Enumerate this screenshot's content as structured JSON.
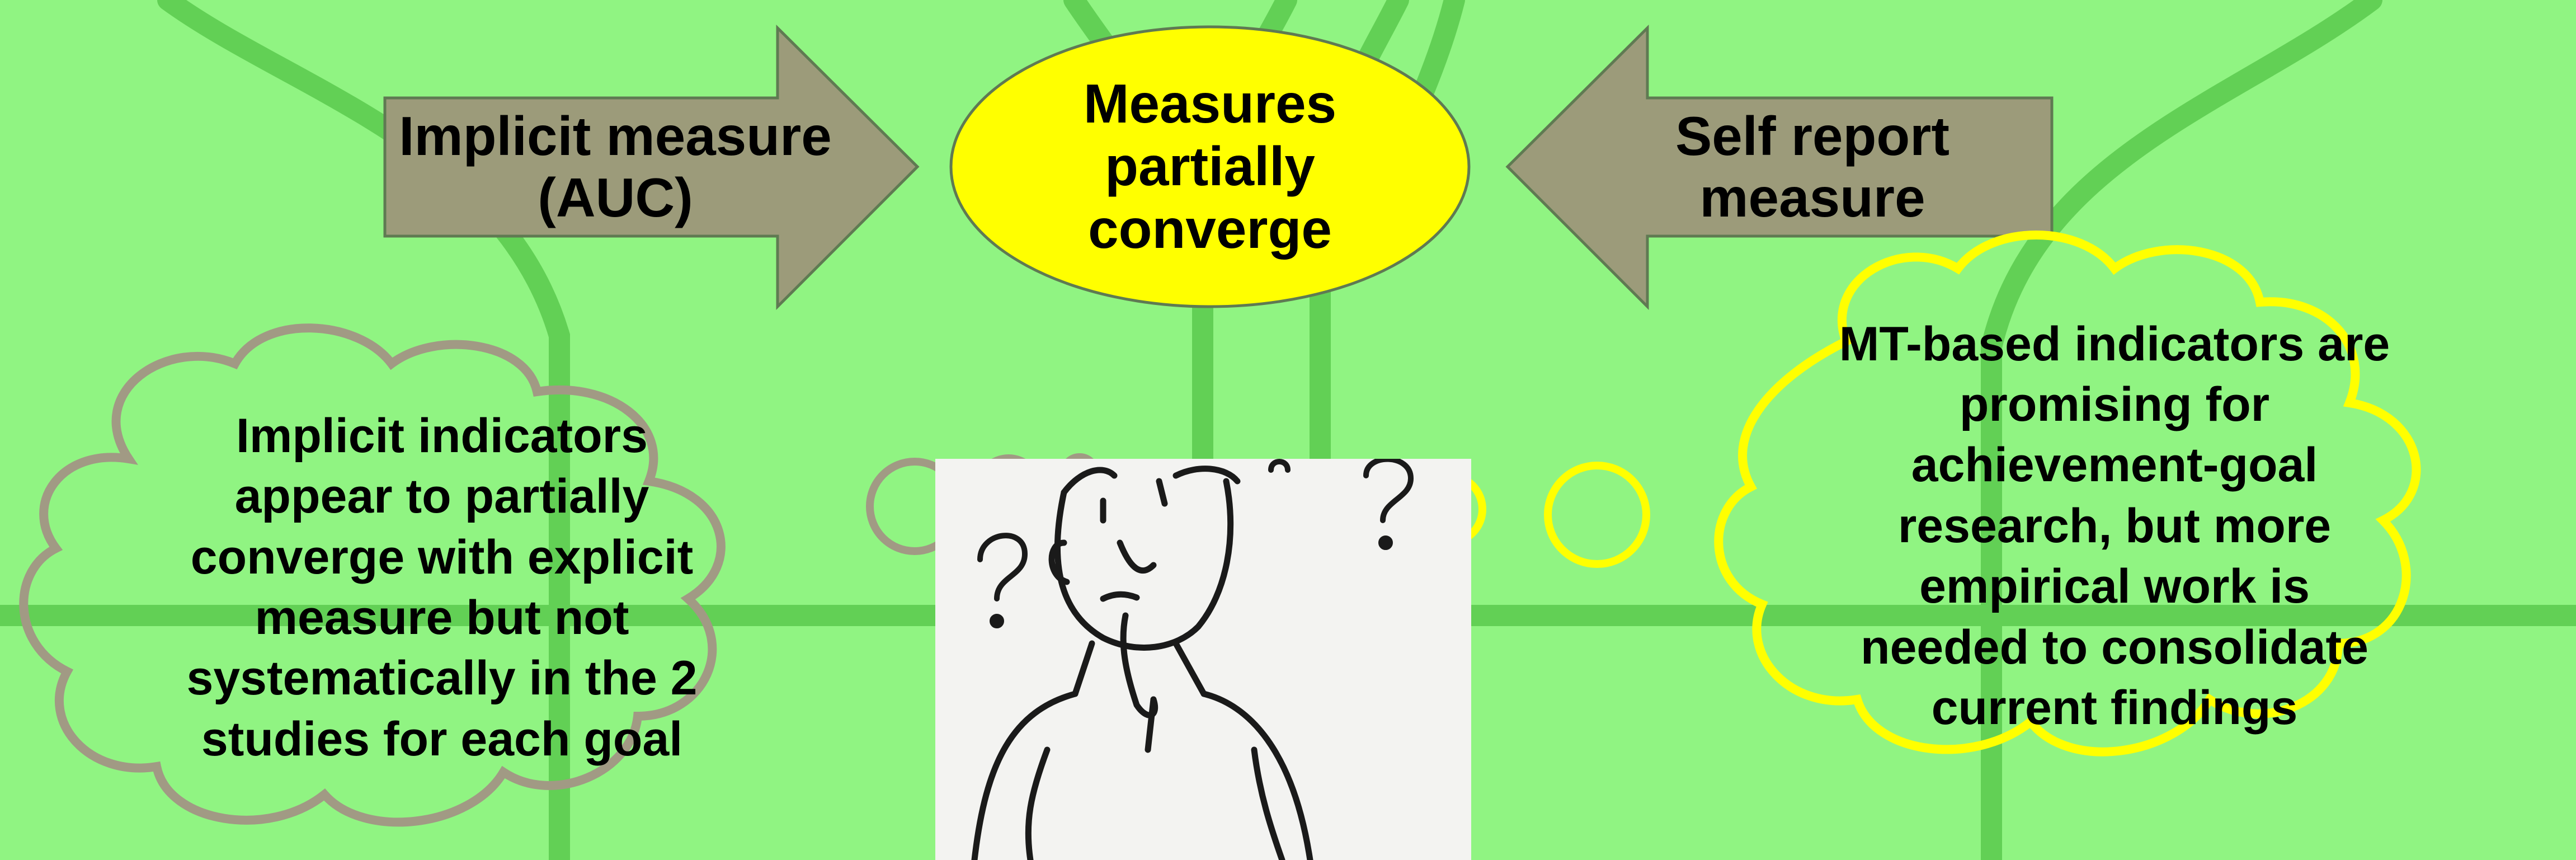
{
  "diagram": {
    "left_arrow": {
      "label": "Implicit measure (AUC)"
    },
    "center": {
      "label": "Measures partially converge"
    },
    "right_arrow": {
      "label": "Self report measure"
    },
    "left_bubble": {
      "text": "Implicit indicators appear to partially converge with explicit measure but not systematically in the 2 studies for each goal"
    },
    "right_bubble": {
      "text": "MT-based indicators are promising for achievement-goal research, but more empirical work is needed to consolidate current findings"
    },
    "figure": {
      "description_icon": "thinking-person-icon"
    }
  },
  "colors": {
    "background": "#90f482",
    "background_lines": "#62d055",
    "arrow_fill": "#9c9b7a",
    "arrow_stroke": "#5f7a52",
    "center_fill": "#ffff00",
    "left_cloud_stroke": "#a19a84",
    "right_cloud_stroke": "#ffff00"
  }
}
